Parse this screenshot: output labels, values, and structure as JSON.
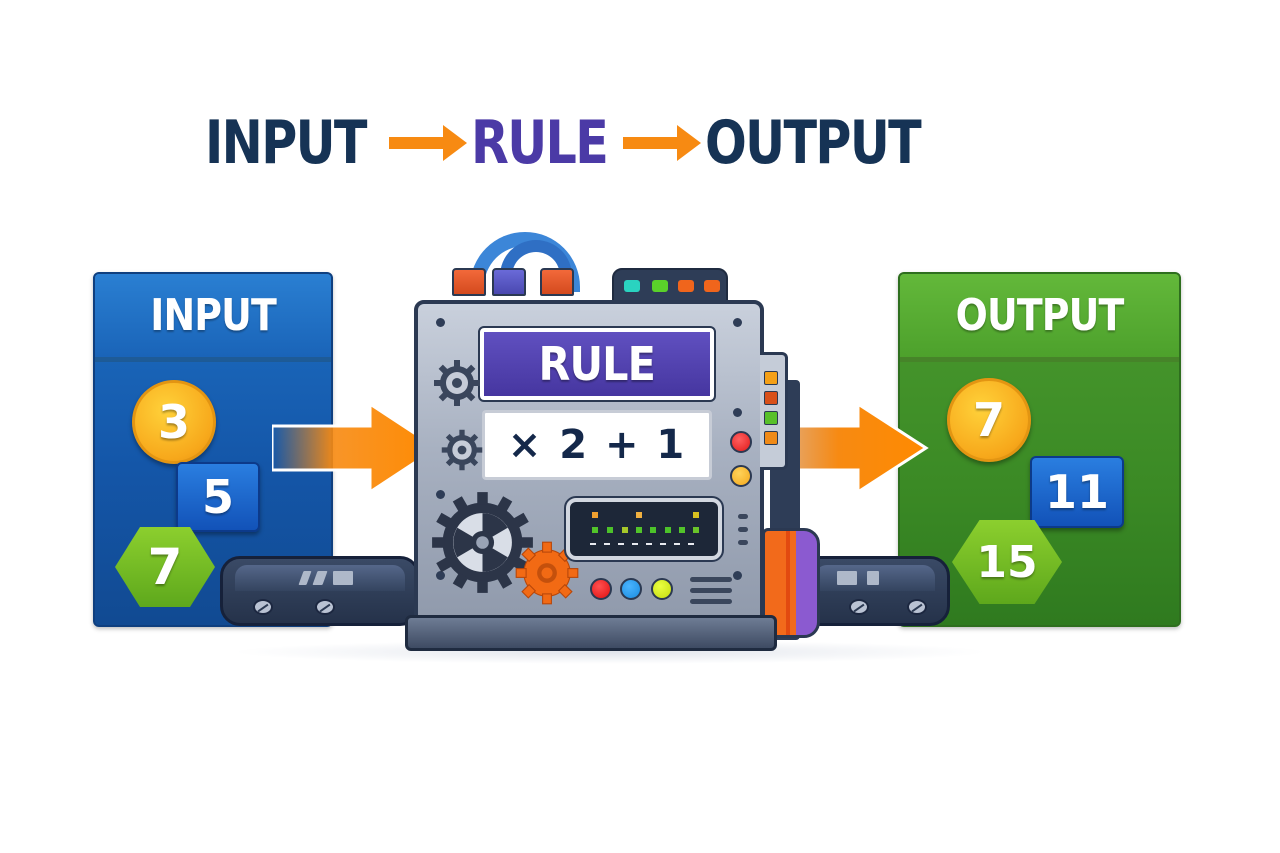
{
  "title": {
    "words": [
      "INPUT",
      "RULE",
      "OUTPUT"
    ],
    "colors": {
      "dark": "#163355",
      "purple": "#4b3aa6",
      "arrow": "#f78a12"
    }
  },
  "input_panel": {
    "label": "INPUT",
    "color": "#1a5fb0",
    "values": [
      "3",
      "5",
      "7"
    ],
    "shapes": [
      "circle",
      "square",
      "hexagon"
    ]
  },
  "machine": {
    "rule_label": "RULE",
    "formula": "× 2 + 1",
    "icons": [
      "gear-icon",
      "orange-gear-icon",
      "display-panel",
      "red-button",
      "blue-button",
      "yellow-green-button",
      "status-lights"
    ]
  },
  "output_panel": {
    "label": "OUTPUT",
    "color": "#3f8e27",
    "values": [
      "7",
      "11",
      "15"
    ],
    "shapes": [
      "circle",
      "square",
      "hexagon"
    ]
  },
  "flow_arrows": [
    "input-to-machine",
    "machine-to-output"
  ],
  "colors": {
    "arrow_orange": "#f78a12",
    "input_blue": "#1a5fb0",
    "output_green": "#3f8e27",
    "rule_purple": "#4b3aa6",
    "machine_gray": "#a8b1c1",
    "outline_navy": "#2b3952"
  }
}
